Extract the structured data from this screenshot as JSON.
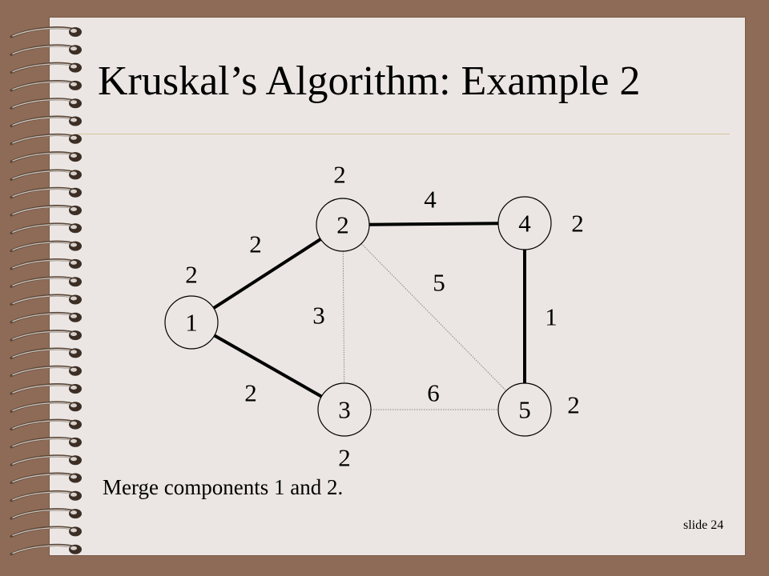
{
  "slide": {
    "title": "Kruskal’s Algorithm: Example 2",
    "caption": "Merge components 1 and 2.",
    "slide_number": "slide 24"
  },
  "graph": {
    "nodes": [
      {
        "id": "1",
        "label": "1",
        "component_size": "2"
      },
      {
        "id": "2",
        "label": "2",
        "component_size": "2"
      },
      {
        "id": "3",
        "label": "3",
        "component_size": "2"
      },
      {
        "id": "4",
        "label": "4",
        "component_size": "2"
      },
      {
        "id": "5",
        "label": "5",
        "component_size": "2"
      }
    ],
    "edges": [
      {
        "from": "1",
        "to": "2",
        "weight": "2",
        "style": "bold"
      },
      {
        "from": "1",
        "to": "3",
        "weight": "2",
        "style": "bold"
      },
      {
        "from": "2",
        "to": "4",
        "weight": "4",
        "style": "bold"
      },
      {
        "from": "4",
        "to": "5",
        "weight": "1",
        "style": "bold"
      },
      {
        "from": "2",
        "to": "3",
        "weight": "3",
        "style": "thin"
      },
      {
        "from": "2",
        "to": "5",
        "weight": "5",
        "style": "thin"
      },
      {
        "from": "3",
        "to": "5",
        "weight": "6",
        "style": "thin"
      }
    ]
  },
  "colors": {
    "page": "#8e6b57",
    "paper": "#ebe6e3",
    "rule": "#d7c3a0"
  }
}
